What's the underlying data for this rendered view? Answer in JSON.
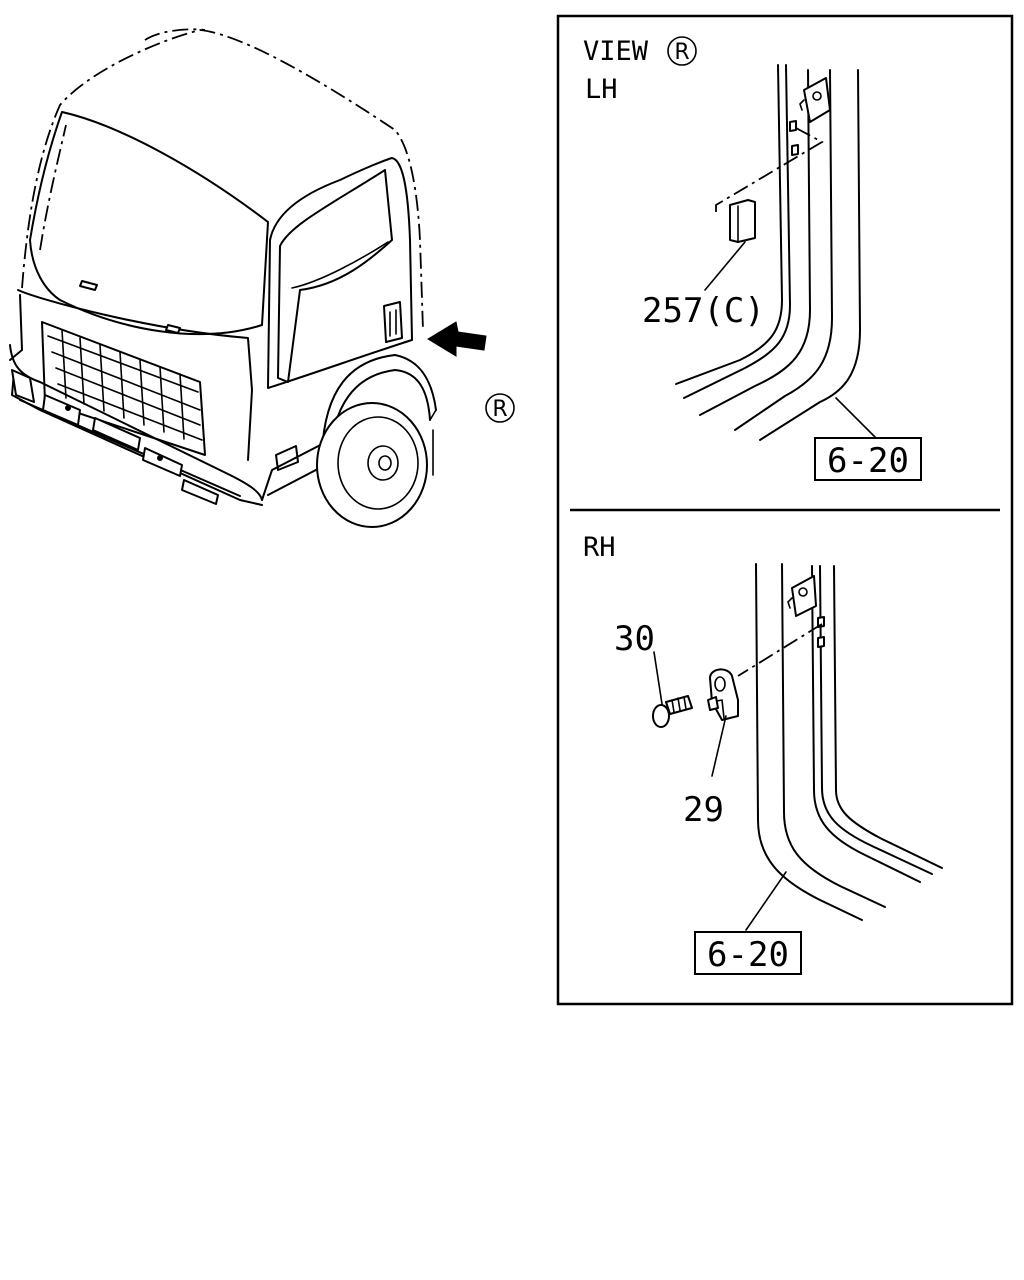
{
  "view": {
    "marker": "R",
    "title_prefix": "VIEW",
    "title_marker": "R"
  },
  "lh_panel": {
    "side_label": "LH",
    "part_label": "257(C)",
    "ref_box": "6-20"
  },
  "rh_panel": {
    "side_label": "RH",
    "bolt_label": "30",
    "clip_label": "29",
    "ref_box": "6-20"
  }
}
